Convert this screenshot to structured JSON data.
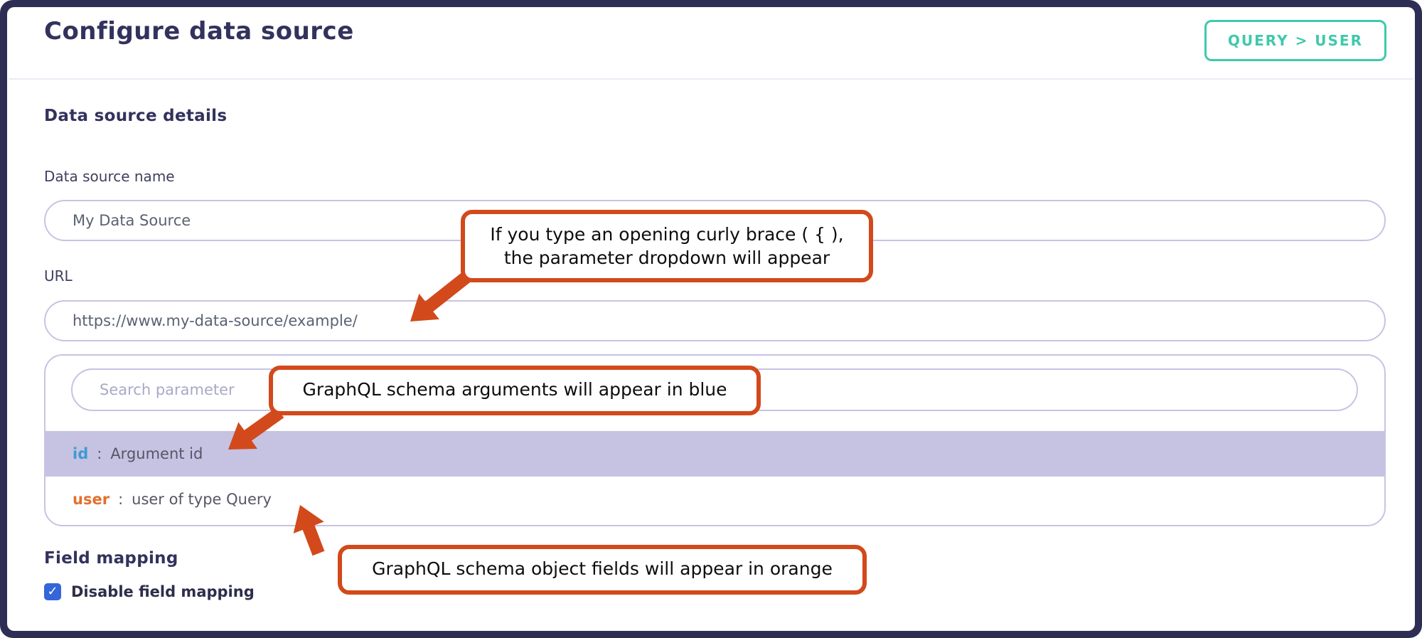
{
  "colors": {
    "frame": "#2e2e55",
    "accent_teal": "#3fc9ab",
    "annotation": "#d2491b",
    "input_border": "#c7c3e4",
    "highlight_row": "#c6c2e2",
    "arg_blue": "#3f9ad2",
    "field_orange": "#e2702d",
    "checkbox_blue": "#3465d9",
    "navy_text": "#32325d"
  },
  "header": {
    "title": "Configure data source",
    "badge": "QUERY > USER"
  },
  "form": {
    "section_title": "Data source details",
    "name_label": "Data source name",
    "name_value": "My Data Source",
    "url_label": "URL",
    "url_value": "https://www.my-data-source/example/"
  },
  "dropdown": {
    "search_placeholder": "Search parameter",
    "items": [
      {
        "name": "id",
        "sep": ":",
        "desc": "Argument id",
        "type": "argument"
      },
      {
        "name": "user",
        "sep": ":",
        "desc": "user of type Query",
        "type": "field"
      }
    ]
  },
  "field_mapping": {
    "section_title": "Field mapping",
    "checkbox_label": "Disable field mapping",
    "checkbox_checked": true
  },
  "annotations": {
    "callout1_line1": "If you type an opening curly brace ( { ),",
    "callout1_line2": "the parameter dropdown will appear",
    "callout2": "GraphQL schema arguments will appear in blue",
    "callout3": "GraphQL schema object fields will appear in orange"
  }
}
